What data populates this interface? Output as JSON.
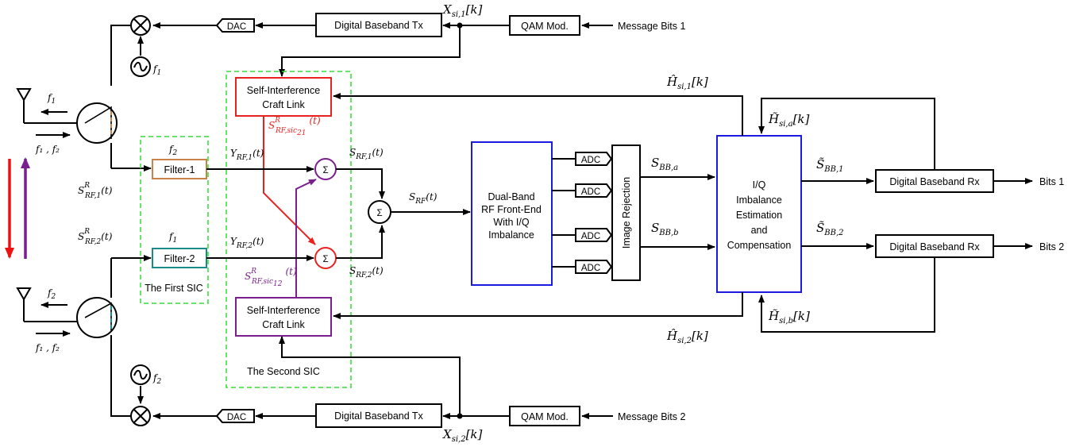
{
  "blocks": {
    "digital_baseband_tx_1": "Digital Baseband Tx",
    "digital_baseband_tx_2": "Digital Baseband Tx",
    "dac": "DAC",
    "qam_mod_1": "QAM Mod.",
    "qam_mod_2": "QAM Mod.",
    "message_bits_1": "Message Bits 1",
    "message_bits_2": "Message Bits 2",
    "sic_craft_link_line1": "Self-Interference",
    "sic_craft_link_line2": "Craft Link",
    "filter_1": "Filter-1",
    "filter_2": "Filter-2",
    "first_sic": "The First SIC",
    "second_sic": "The Second SIC",
    "frontend_lines": [
      "Dual-Band",
      "RF Front-End",
      "With I/Q",
      "Imbalance"
    ],
    "adc": "ADC",
    "image_rejection": "Image Rejection",
    "iq_lines": [
      "I/Q",
      "Imbalance",
      "Estimation",
      "and",
      "Compensation"
    ],
    "digital_baseband_rx_1": "Digital Baseband Rx",
    "digital_baseband_rx_2": "Digital Baseband Rx",
    "bits_1": "Bits 1",
    "bits_2": "Bits 2",
    "sum_symbol": "Σ",
    "mixer_symbol": "⊗",
    "osc_symbol": "~"
  },
  "signals": {
    "x1": {
      "base": "X",
      "sub": "si,1",
      "tail": "[k]"
    },
    "x2": {
      "base": "X",
      "sub": "si,2",
      "tail": "[k]"
    },
    "h1": {
      "base": "Ĥ",
      "sub": "si,1",
      "tail": "[k]"
    },
    "h2": {
      "base": "Ĥ",
      "sub": "si,2",
      "tail": "[k]"
    },
    "ha": {
      "base": "H̃",
      "sub": "si,a",
      "tail": "[k]"
    },
    "hb": {
      "base": "H̃",
      "sub": "si,b",
      "tail": "[k]"
    },
    "f1": {
      "base": "f",
      "sub": "1"
    },
    "f2": {
      "base": "f",
      "sub": "2"
    },
    "f1f2": "f₁ , f₂",
    "srf1_in": {
      "base": "S",
      "sup": "R",
      "sub": "RF,1",
      "tail": "(t)"
    },
    "srf2_in": {
      "base": "S",
      "sup": "R",
      "sub": "RF,2",
      "tail": "(t)"
    },
    "ssic21": {
      "base": "S",
      "sup": "R",
      "sub": "RF,sic",
      "subsub": "21",
      "tail": "(t)"
    },
    "ssic12": {
      "base": "S",
      "sup": "R",
      "sub": "RF,sic",
      "subsub": "12",
      "tail": "(t)"
    },
    "yrf1": {
      "base": "Y",
      "sub": "RF,1",
      "tail": "(t)"
    },
    "yrf2": {
      "base": "Y",
      "sub": "RF,2",
      "tail": "(t)"
    },
    "srf1": {
      "base": "S",
      "sub": "RF,1",
      "tail": "(t)"
    },
    "srf2": {
      "base": "S",
      "sub": "RF,2",
      "tail": "(t)"
    },
    "srf": {
      "base": "S",
      "sub": "RF",
      "tail": "(t)"
    },
    "sbba": {
      "base": "S",
      "sub": "BB,a"
    },
    "sbbb": {
      "base": "S",
      "sub": "BB,b"
    },
    "sbb1": {
      "base": "S̃",
      "sub": "BB,1"
    },
    "sbb2": {
      "base": "S̃",
      "sub": "BB,2"
    }
  },
  "colors": {
    "sic_red": "#e8231f",
    "sic_purple": "#7a1f8e",
    "frontend_blue": "#1a1ae0",
    "sic_border_green": "#33dd33",
    "filter1_border": "#c8824a",
    "filter2_border": "#1a8a8a",
    "arrow_red": "#ee1111",
    "arrow_purple": "#7a1f8e"
  }
}
